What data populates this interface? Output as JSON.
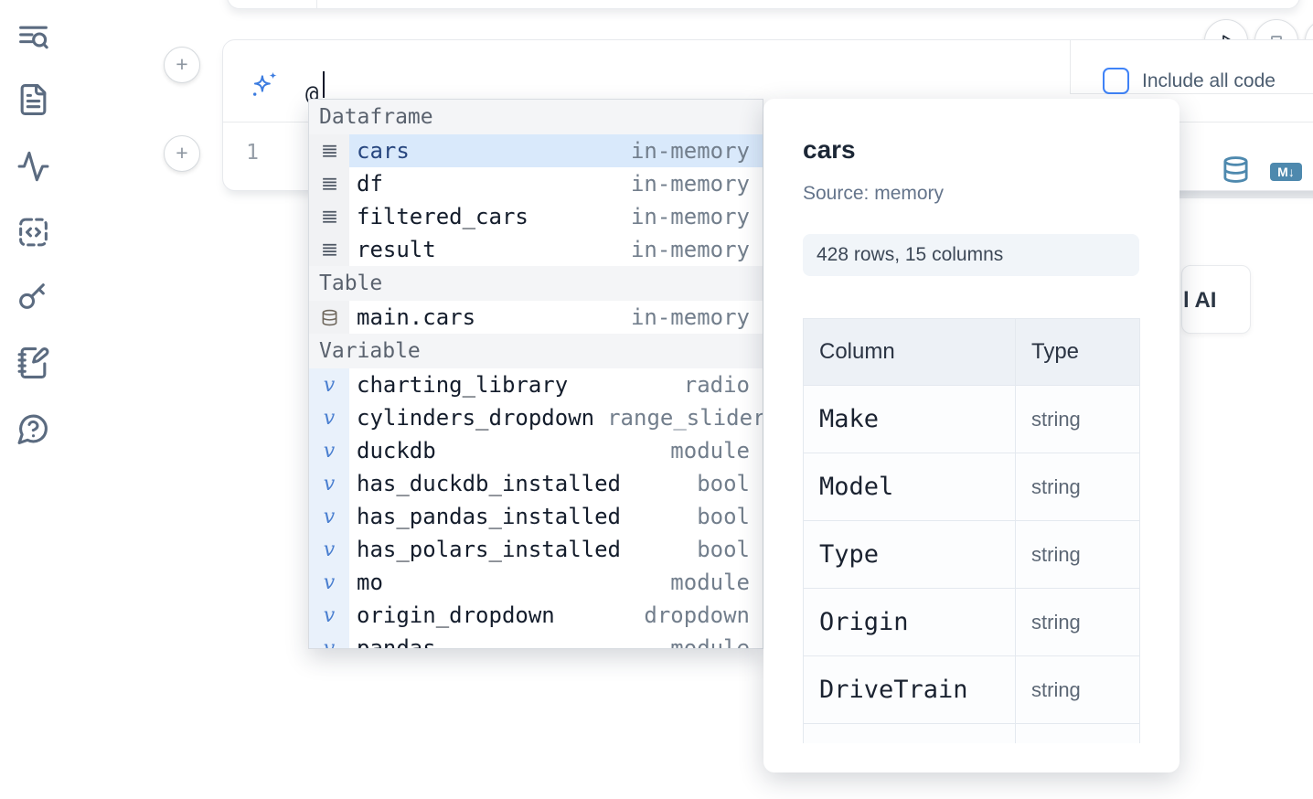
{
  "colors": {
    "accent_blue": "#3f83f8",
    "steel_blue": "#4e89ae",
    "selected_row_bg": "#d9e9fb",
    "sidebar_icon": "#5b6b80"
  },
  "sidebar": {
    "icons": [
      "list-search",
      "file-text",
      "activity",
      "code-box-dashed",
      "key",
      "notebook-pen",
      "help-circle"
    ]
  },
  "toolbar": {
    "play_button": "run",
    "stop_button": "stop"
  },
  "ai_prompt": {
    "value": "@",
    "include_all_code_label": "Include all code",
    "include_all_code_checked": false
  },
  "code_cell": {
    "line_number": "1"
  },
  "autocomplete": {
    "sections": [
      {
        "label": "Dataframe",
        "kind": "dataframe",
        "items": [
          {
            "name": "cars",
            "type": "in-memory",
            "selected": true
          },
          {
            "name": "df",
            "type": "in-memory"
          },
          {
            "name": "filtered_cars",
            "type": "in-memory"
          },
          {
            "name": "result",
            "type": "in-memory"
          }
        ]
      },
      {
        "label": "Table",
        "kind": "table",
        "items": [
          {
            "name": "main.cars",
            "type": "in-memory"
          }
        ]
      },
      {
        "label": "Variable",
        "kind": "variable",
        "items": [
          {
            "name": "charting_library",
            "type": "radio"
          },
          {
            "name": "cylinders_dropdown",
            "type": "range_slider"
          },
          {
            "name": "duckdb",
            "type": "module"
          },
          {
            "name": "has_duckdb_installed",
            "type": "bool"
          },
          {
            "name": "has_pandas_installed",
            "type": "bool"
          },
          {
            "name": "has_polars_installed",
            "type": "bool"
          },
          {
            "name": "mo",
            "type": "module"
          },
          {
            "name": "origin_dropdown",
            "type": "dropdown"
          },
          {
            "name": "pandas",
            "type": "module"
          }
        ]
      }
    ]
  },
  "preview": {
    "title": "cars",
    "source": "Source: memory",
    "shape": "428 rows, 15 columns",
    "table": {
      "headers": [
        "Column",
        "Type"
      ],
      "rows": [
        [
          "Make",
          "string"
        ],
        [
          "Model",
          "string"
        ],
        [
          "Type",
          "string"
        ],
        [
          "Origin",
          "string"
        ],
        [
          "DriveTrain",
          "string"
        ],
        [
          "",
          ""
        ]
      ]
    }
  },
  "ai_card": {
    "label": "l AI"
  }
}
